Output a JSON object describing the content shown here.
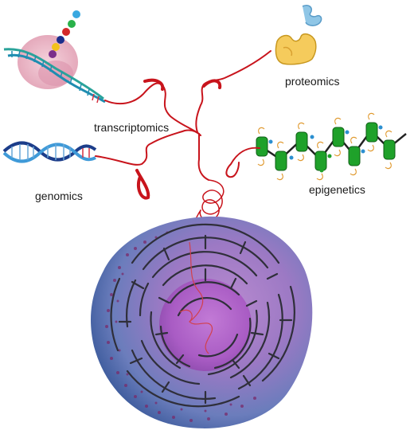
{
  "labels": {
    "transcriptomics": "transcriptomics",
    "genomics": "genomics",
    "proteomics": "proteomics",
    "epigenetics": "epigenetics"
  },
  "colors": {
    "red_thread": "#c8141c",
    "cell_blue": "#4e6fb0",
    "cell_violet": "#a05aaa",
    "maze_core": "#b060c8",
    "maze_walls": "#2f2f3a",
    "dna_blue": "#2b5fa8",
    "dna_teal": "#2aa39a",
    "histone_green": "#1fa12a",
    "protein_yellow": "#f0c24a",
    "ribosome_pink": "#e6a7b8"
  },
  "icons": {
    "transcript": "mrna-ribosome-icon",
    "dna": "dna-double-helix-icon",
    "protein": "protein-folding-icon",
    "chromatin": "nucleosome-chain-icon",
    "cell": "cell-maze-icon"
  }
}
